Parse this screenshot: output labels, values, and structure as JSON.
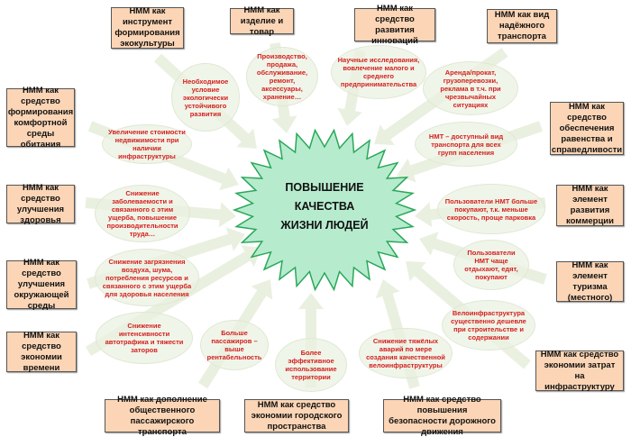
{
  "center": {
    "lines": [
      "ПОВЫШЕНИЕ",
      "КАЧЕСТВА",
      "ЖИЗНИ ЛЮДЕЙ"
    ]
  },
  "boxes": [
    "НММ как инструмент формирования экокультуры",
    "НММ как изделие и товар",
    "НММ как средство развития инноваций",
    "НММ как вид надёжного транспорта",
    "НММ как средство формирования комфортной среды обитания",
    "НММ как средство обеспечения равенства и справедливости",
    "НММ как средство улучшения здоровья",
    "НММ как элемент развития коммерции",
    "НММ как средство улучшения окружающей среды",
    "НММ как элемент туризма (местного)",
    "НММ как средство экономии времени",
    "НММ как средство экономии затрат на инфраструктуру",
    "НММ как дополнение общественного пассажирского транспорта",
    "НММ как средство экономии городского пространства",
    "НММ как средство повышения безопасности дорожного движения"
  ],
  "effects": [
    "Необходимое условие экологически устойчивого развития",
    "Производство, продажа, обслуживание, ремонт, аксессуары, хранение…",
    "Научные исследования, вовлечение малого и среднего предпринимательства",
    "Аренда/прокат, грузоперевозки, реклама в т.ч. при чрезвычайных ситуациях",
    "Увеличение стоимости недвижимости при наличии инфраструктуры",
    "НМТ – доступный вид транспорта для всех групп населения",
    "Снижение заболеваемости и связанного с этим ущерба, повышение производительности труда…",
    "Пользователи НМТ больше покупают, т.к. меньше скорость, проще парковка",
    "Снижение загрязнения воздуха, шума, потребления ресурсов и связанного с этим ущерба для здоровья населения",
    "Пользователи НМТ чаще отдыхают, едят, покупают",
    "Снижение интенсивности автотрафика и тяжести заторов",
    "Больше пассажиров – выше рентабельность",
    "Велоинфраструктура существенно дешевле при строительстве и содержании",
    "Более эффективное использование территории",
    "Снижение тяжёлых аварий по мере создания качественной велоинфраструктуры"
  ],
  "colors": {
    "box_fill": "#fbd5b5",
    "effect_text": "#d42020",
    "star_fill": "#b6ebce",
    "star_stroke": "#2aa85a",
    "arrow": "#e3ecd6"
  }
}
